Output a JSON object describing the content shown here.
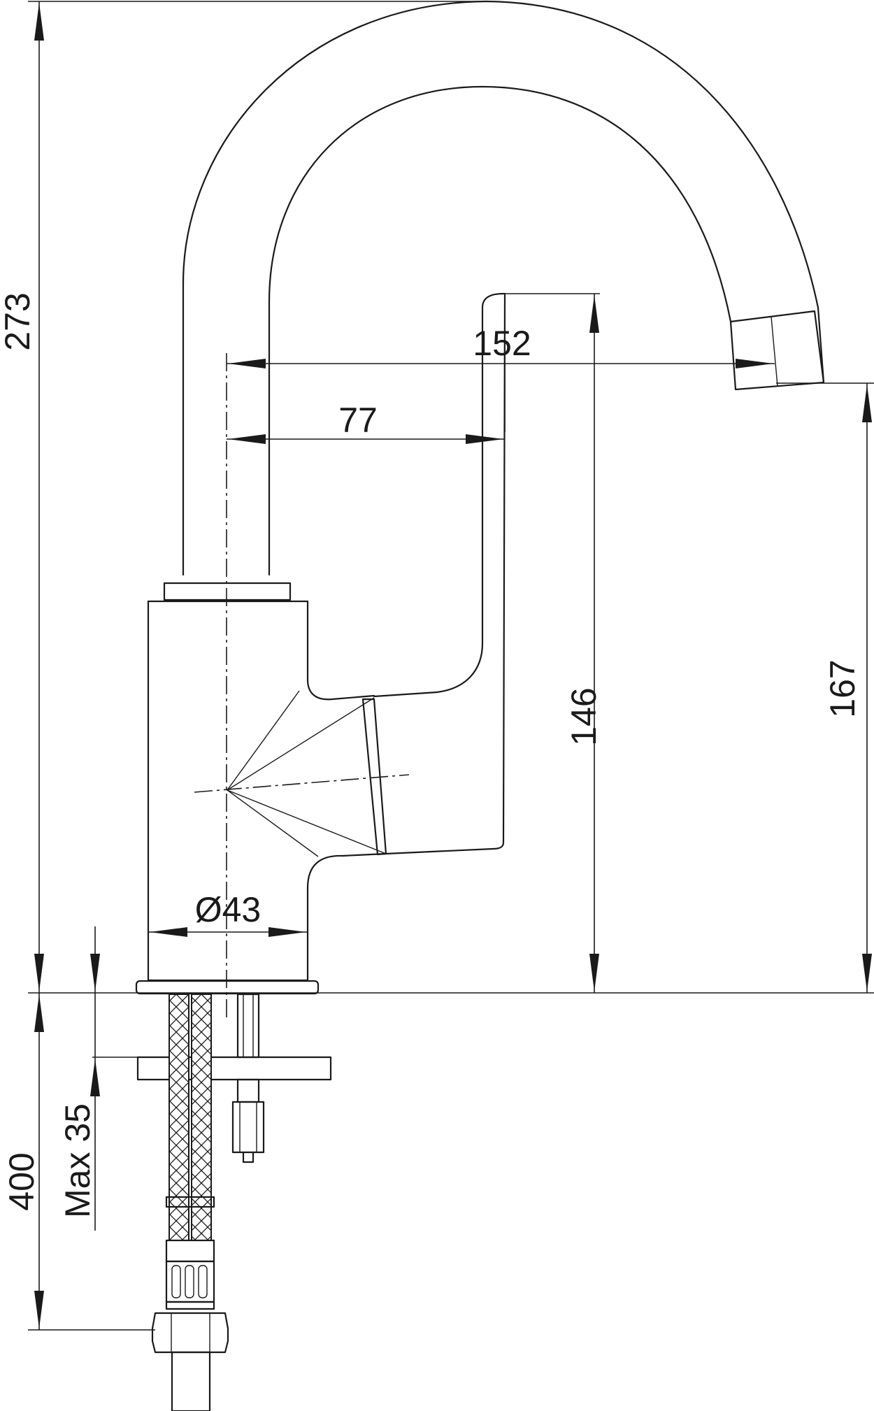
{
  "dimensions": {
    "total_height": "273",
    "spout_reach": "152",
    "lever_offset": "77",
    "lever_height": "146",
    "spout_outlet_height": "167",
    "body_diameter": "Ø43",
    "hose_length": "400",
    "max_counter_thickness": "Max 35"
  },
  "colors": {
    "line": "#1a1a1a",
    "background": "#ffffff"
  }
}
